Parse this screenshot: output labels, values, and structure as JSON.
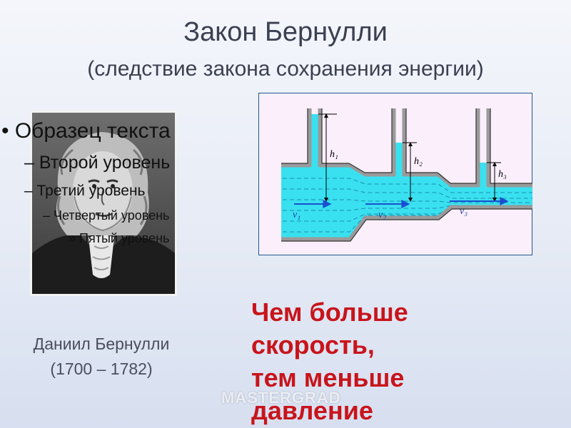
{
  "title": "Закон Бернулли",
  "subtitle": "(следствие  закона сохранения энергии)",
  "bullets": {
    "level1": "Образец текста",
    "level2": "Второй уровень",
    "level3": "Третий уровень",
    "level4": "Четвертый уровень",
    "level5": "Пятый уровень"
  },
  "portrait": {
    "name": "Даниил Бернулли",
    "years": "(1700 – 1782)"
  },
  "diagram": {
    "heights": [
      "h₁",
      "h₂",
      "h₃"
    ],
    "velocities": [
      "v₁",
      "v₂",
      "v₃"
    ]
  },
  "conclusion": [
    "Чем больше",
    "скорость,",
    "тем меньше",
    "давление"
  ],
  "watermark": "MASTERGRAD"
}
